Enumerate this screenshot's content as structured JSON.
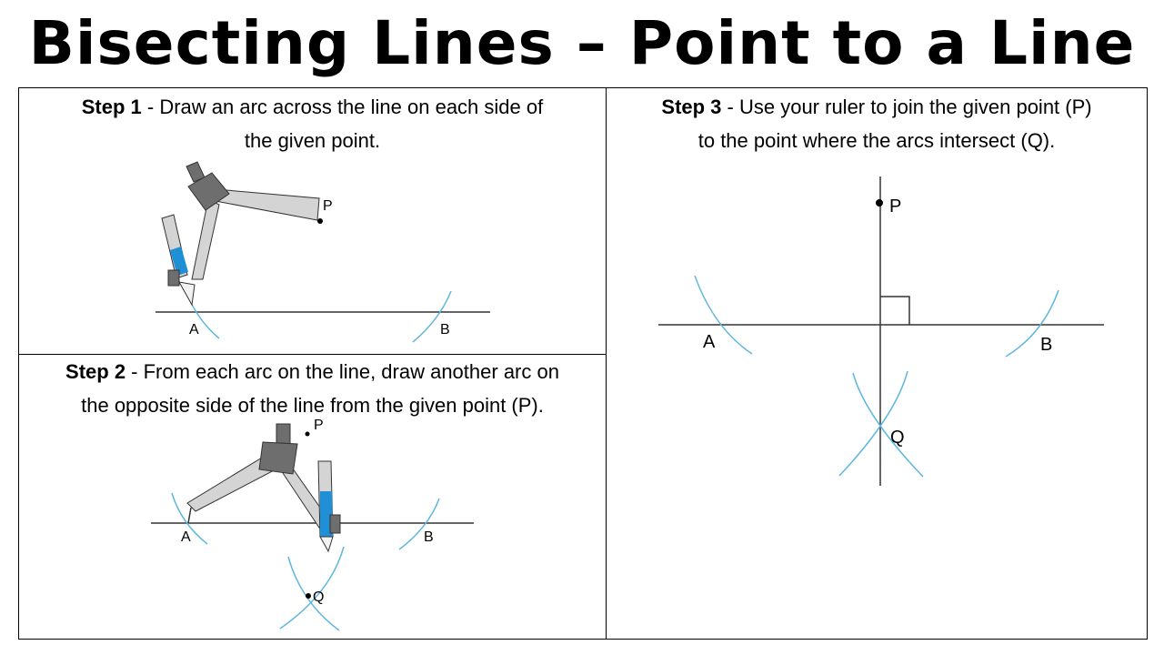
{
  "title": "Bisecting Lines – Point to a Line",
  "step1": {
    "label": "Step 1",
    "line1": " - Draw an arc across the line on each side of",
    "line2": "the given point.",
    "points": {
      "p": "P",
      "a": "A",
      "b": "B"
    }
  },
  "step2": {
    "label": "Step 2",
    "line1": " - From each arc on the line, draw another arc on",
    "line2": "the opposite side of the line from the given point (P).",
    "points": {
      "p": "P",
      "a": "A",
      "b": "B",
      "q": "Q"
    }
  },
  "step3": {
    "label": "Step 3",
    "line1": " - Use your ruler to join the given point (P)",
    "line2": "to the point where the arcs intersect (Q).",
    "points": {
      "p": "P",
      "a": "A",
      "b": "B",
      "q": "Q"
    }
  },
  "colors": {
    "arc": "#5fb7dd",
    "pencil_lead": "#1f8fd6",
    "compass_head": "#6e6e6e",
    "compass_leg": "#d4d4d4"
  }
}
